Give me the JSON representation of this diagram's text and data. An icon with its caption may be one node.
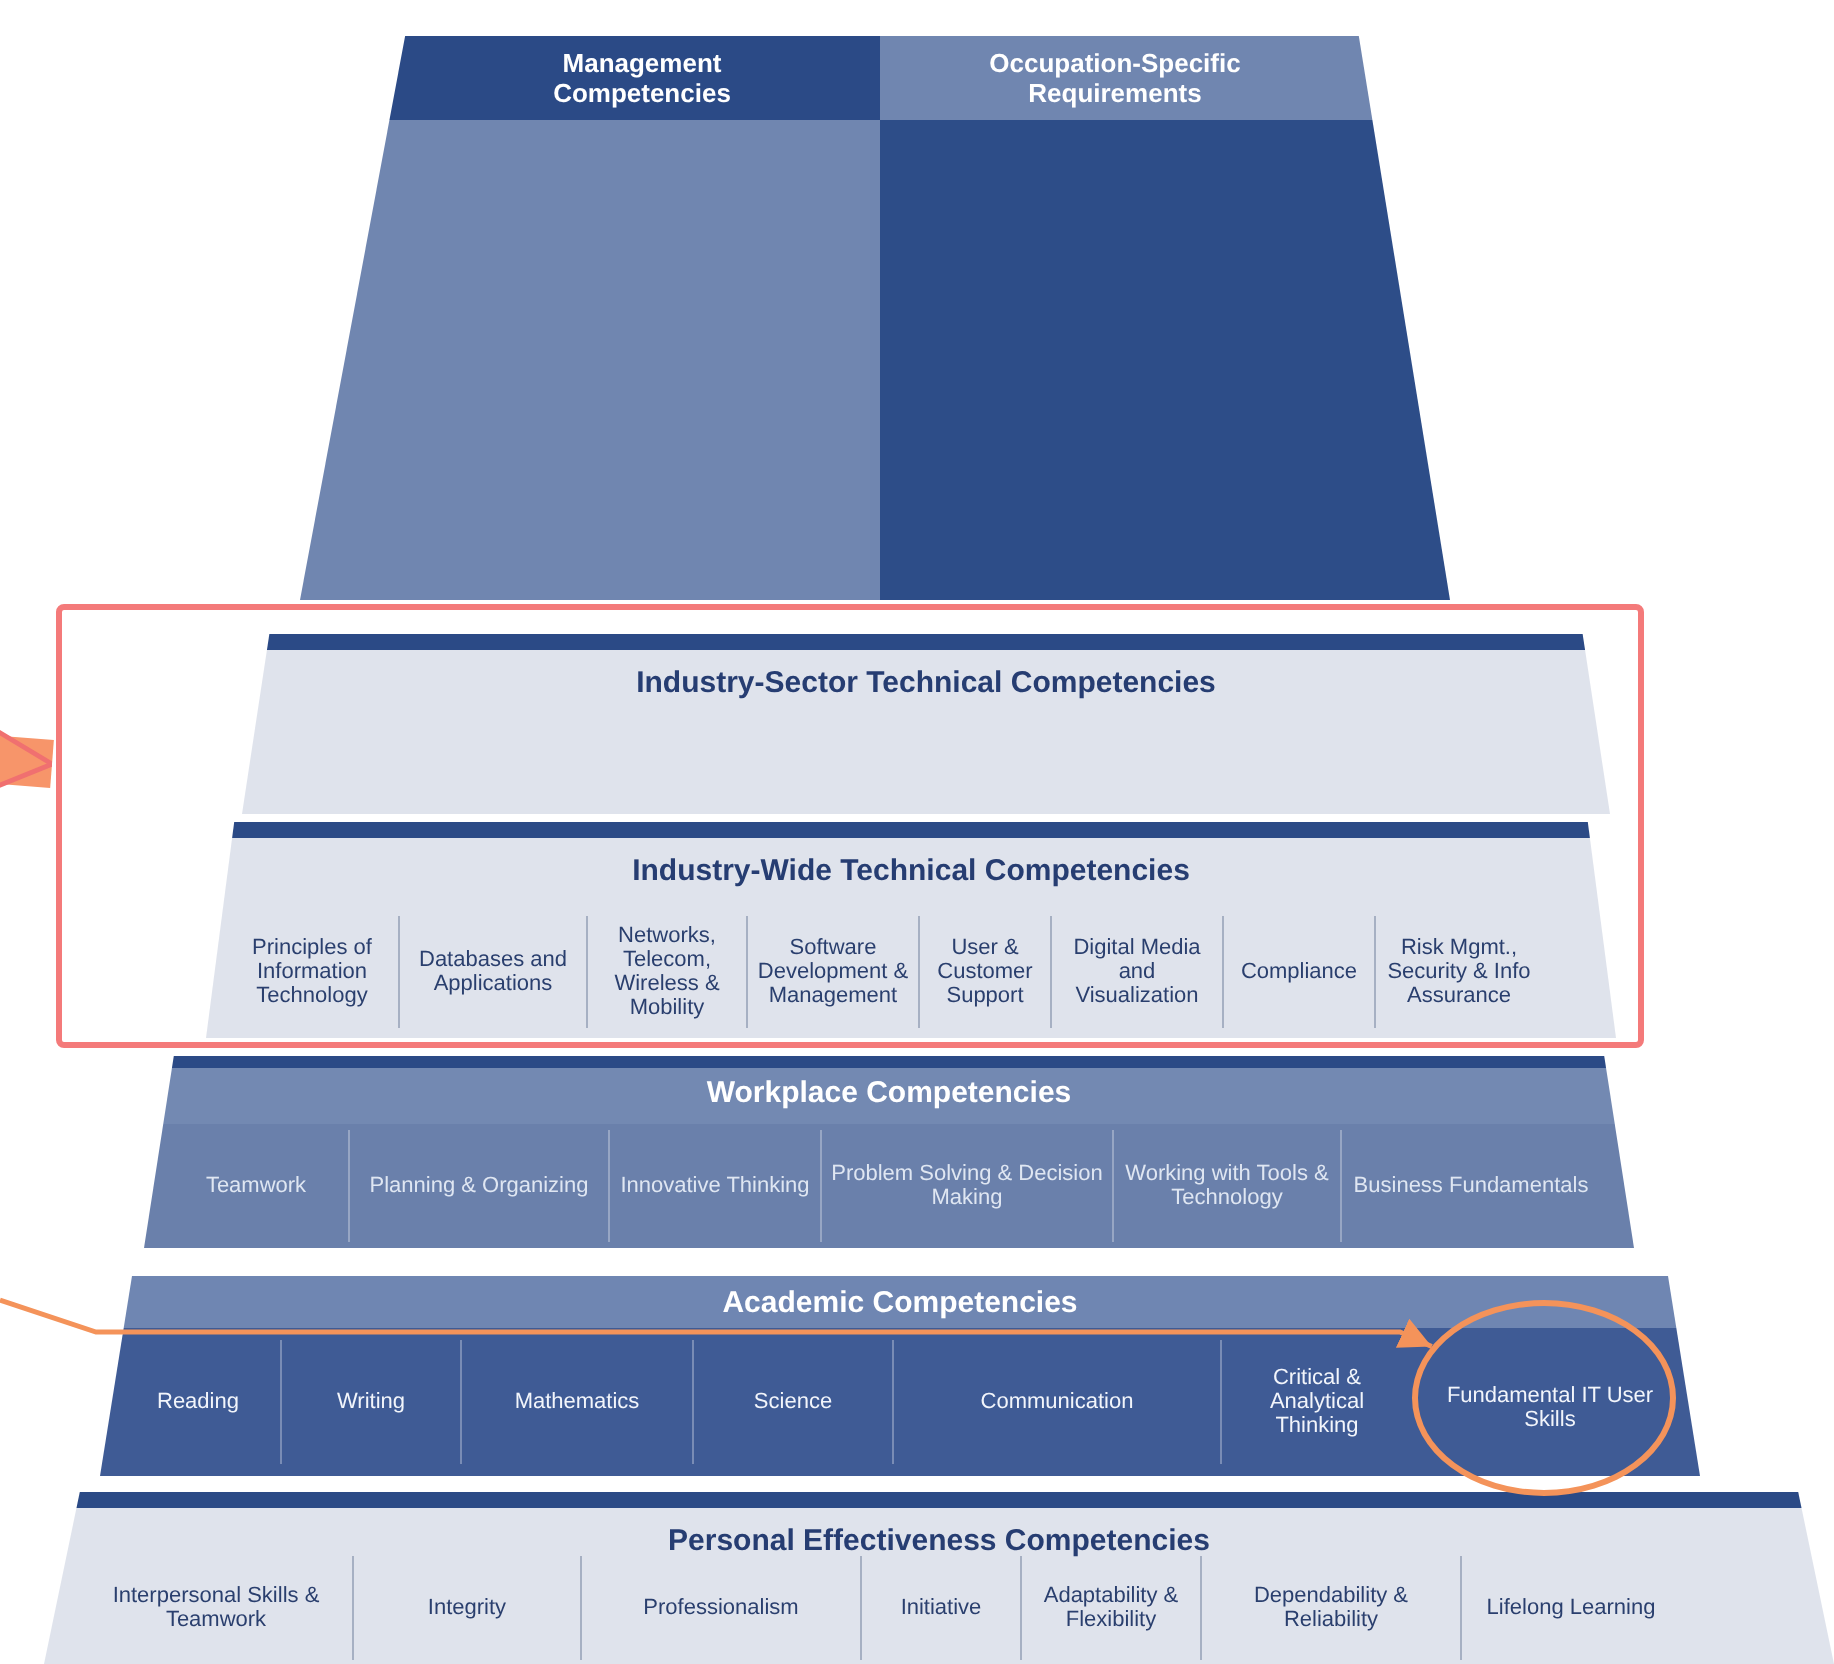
{
  "diagram": {
    "nodes": [
      {
        "text": [
          "Management Competencies"
        ]
      },
      {
        "text": [
          "Occupation-Specific Requirements"
        ]
      },
      {
        "text": [],
        "shape": "box"
      },
      {
        "text": [
          "Industry-Sector Technical Competencies"
        ],
        "in": 2
      },
      {
        "text": [
          "Industry-Wide Technical Competencies"
        ],
        "in": 2
      },
      {
        "text": [
          "Principles of Information Technology"
        ],
        "in": 4
      },
      {
        "text": [
          "Databases and Applications"
        ],
        "in": 4
      },
      {
        "text": [
          "Networks, Telecom, Wireless & Mobility"
        ],
        "in": 4
      },
      {
        "text": [
          "Software Development & Management"
        ],
        "in": 4
      },
      {
        "text": [
          "User & Customer Support"
        ],
        "in": 4
      },
      {
        "text": [
          "Digital Media and Visualization"
        ],
        "in": 4
      },
      {
        "text": [
          "Compliance"
        ],
        "in": 4
      },
      {
        "text": [
          "Risk Mgmt., Security & Info Assurance"
        ],
        "in": 4
      },
      {
        "text": [
          "Workplace Competencies"
        ]
      },
      {
        "text": [
          "Teamwork"
        ],
        "in": 13
      },
      {
        "text": [
          "Planning & Organizing"
        ],
        "in": 13
      },
      {
        "text": [
          "Innovative Thinking"
        ],
        "in": 13
      },
      {
        "text": [
          "Problem Solving & Decision Making"
        ],
        "in": 13
      },
      {
        "text": [
          "Working with Tools & Technology"
        ],
        "in": 13
      },
      {
        "text": [
          "Business Fundamentals"
        ],
        "in": 13
      },
      {
        "text": [
          "Academic Competencies"
        ]
      },
      {
        "text": [
          "Reading"
        ],
        "in": 20
      },
      {
        "text": [
          "Writing"
        ],
        "in": 20
      },
      {
        "text": [
          "Mathematics"
        ],
        "in": 20
      },
      {
        "text": [
          "Science"
        ],
        "in": 20
      },
      {
        "text": [
          "Communication"
        ],
        "in": 20
      },
      {
        "text": [
          "Critical & Analytical Thinking"
        ],
        "in": 20
      },
      {
        "text": [],
        "shape": "circle"
      },
      {
        "text": [
          "Fundamental IT User Skills"
        ],
        "in": 27
      },
      {
        "text": [
          "Personal Effectiveness Competencies"
        ]
      },
      {
        "text": [
          "Interpersonal Skills & Teamwork"
        ],
        "in": 29
      },
      {
        "text": [
          "Integrity"
        ],
        "in": 29
      },
      {
        "text": [
          "Professionalism"
        ],
        "in": 29
      },
      {
        "text": [
          "Initiative"
        ],
        "in": 29
      },
      {
        "text": [
          "Adaptability & Flexibility"
        ],
        "in": 29
      },
      {
        "text": [
          "Dependability & Reliability"
        ],
        "in": 29
      },
      {
        "text": [
          "Lifelong Learning"
        ],
        "in": 29
      }
    ],
    "edges": [
      {
        "from": null,
        "to": 2,
        "arrow": "to",
        "style": "thick",
        "color": "#f7956a"
      },
      {
        "from": null,
        "to": 27,
        "arrow": "to",
        "color": "#f4935a"
      }
    ]
  }
}
